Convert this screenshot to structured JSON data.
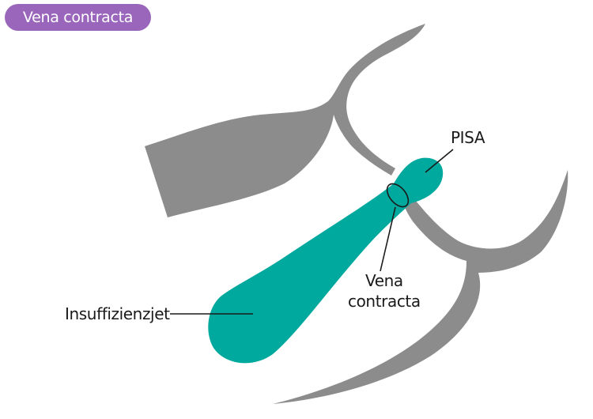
{
  "badge": {
    "text": "Vena contracta"
  },
  "labels": {
    "pisa": "PISA",
    "vena_line1": "Vena",
    "vena_line2": "contracta",
    "jet": "Insuffizienzjet"
  },
  "colors": {
    "badge": "#9966bb",
    "tissue": "#8c8c8c",
    "jet": "#00a99d",
    "line": "#1a1a1a"
  }
}
